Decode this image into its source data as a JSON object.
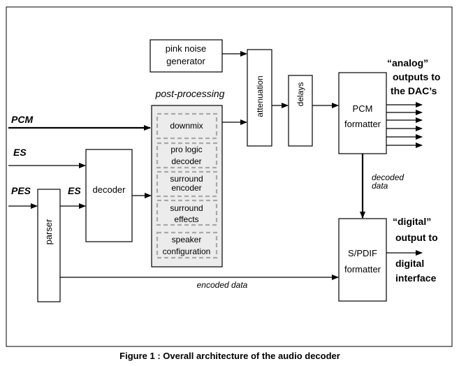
{
  "blocks": {
    "pink_noise_line1": "pink noise",
    "pink_noise_line2": "generator",
    "attenuation": "attenuation",
    "delays": "delays",
    "pcm_formatter_line1": "PCM",
    "pcm_formatter_line2": "formatter",
    "decoder": "decoder",
    "parser": "parser",
    "spdif_line1": "S/PDIF",
    "spdif_line2": "formatter"
  },
  "post_processing": {
    "title": "post-processing",
    "items": [
      {
        "line1": "downmix",
        "line2": ""
      },
      {
        "line1": "pro logic",
        "line2": "decoder"
      },
      {
        "line1": "surround",
        "line2": "encoder"
      },
      {
        "line1": "surround",
        "line2": "effects"
      },
      {
        "line1": "speaker",
        "line2": "configuration"
      }
    ]
  },
  "inputs": {
    "pcm": "PCM",
    "es_top": "ES",
    "pes": "PES",
    "es_inner": "ES"
  },
  "labels": {
    "analog_line1": "“analog”",
    "analog_line2": "outputs to",
    "analog_line3": "the DAC’s",
    "decoded_line1": "decoded",
    "decoded_line2": "data",
    "digital_line1": "“digital”",
    "digital_line2": "output to",
    "digital_line3": "digital",
    "digital_line4": "interface",
    "encoded_data": "encoded data"
  },
  "caption": "Figure 1 : Overall architecture of the audio decoder"
}
